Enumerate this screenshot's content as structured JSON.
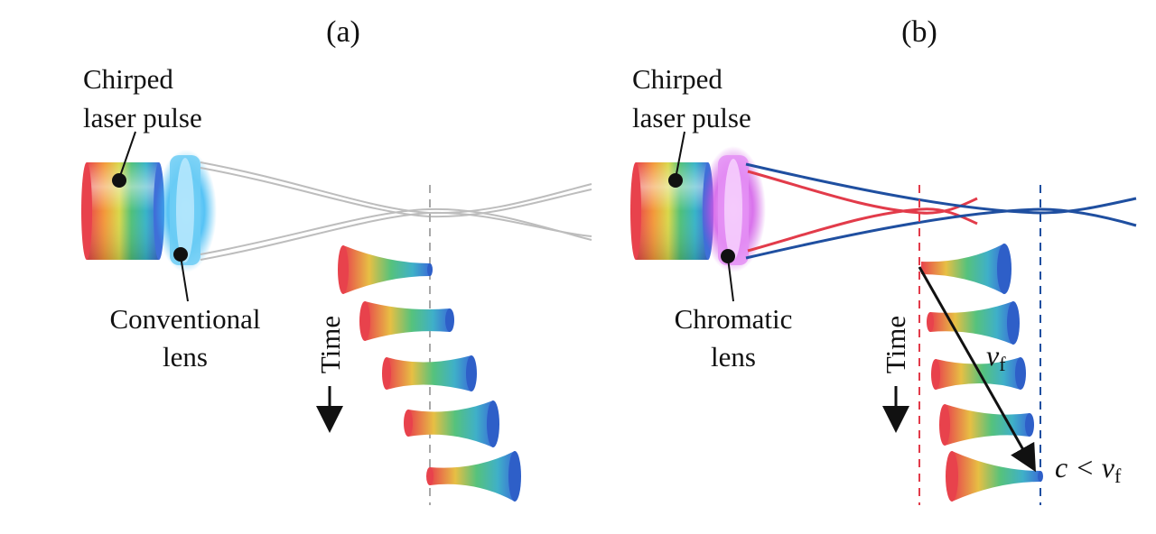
{
  "panel_a": {
    "tag": "(a)",
    "pulse_label": [
      "Chirped",
      "laser pulse"
    ],
    "lens_label": [
      "Conventional",
      "lens"
    ],
    "time_label": "Time"
  },
  "panel_b": {
    "tag": "(b)",
    "pulse_label": [
      "Chirped",
      "laser pulse"
    ],
    "lens_label": [
      "Chromatic",
      "lens"
    ],
    "time_label": "Time",
    "velocity_label": "v",
    "velocity_sub": "f",
    "relation_c": "c < ",
    "relation_v": "v",
    "relation_sub": "f"
  },
  "colors": {
    "red": "#e23b4a",
    "blue": "#1f4fa0",
    "gray": "#b8b8b8",
    "lens_a": "#2fb0f0",
    "lens_b": "#c040e0"
  }
}
